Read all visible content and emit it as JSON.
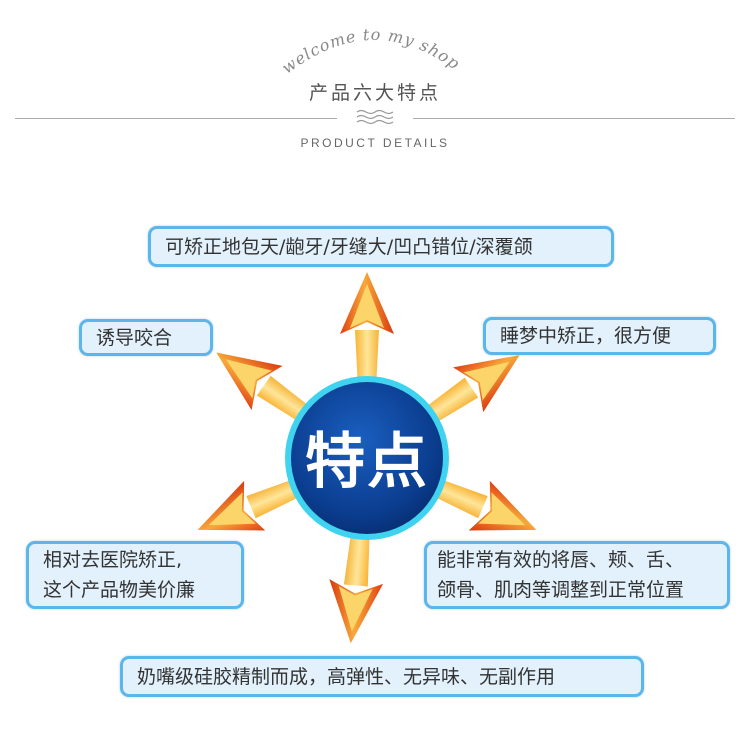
{
  "header": {
    "script_text": "welcome to my shop",
    "title": "产品六大特点",
    "subtitle": "PRODUCT DETAILS",
    "divider_icon": "wave-icon"
  },
  "center": {
    "label": "特点"
  },
  "features": [
    {
      "text": "可矫正地包天/龅牙/牙缝大/凹凸错位/深覆颌"
    },
    {
      "text": "诱导咬合"
    },
    {
      "text": "睡梦中矫正，很方便"
    },
    {
      "line1": "相对去医院矫正,",
      "line2": "这个产品物美价廉"
    },
    {
      "line1": "能非常有效的将唇、颊、舌、",
      "line2": "颌骨、肌肉等调整到正常位置"
    },
    {
      "text": "奶嘴级硅胶精制而成，高弹性、无异味、无副作用"
    }
  ],
  "colors": {
    "box_border": "#5db6ea",
    "box_fill": "#e2f1fb",
    "circle": "#0b3d8f",
    "ring": "#3fd3f0",
    "arrow": "#f7c948",
    "arrow_tip": "#e8501a"
  }
}
